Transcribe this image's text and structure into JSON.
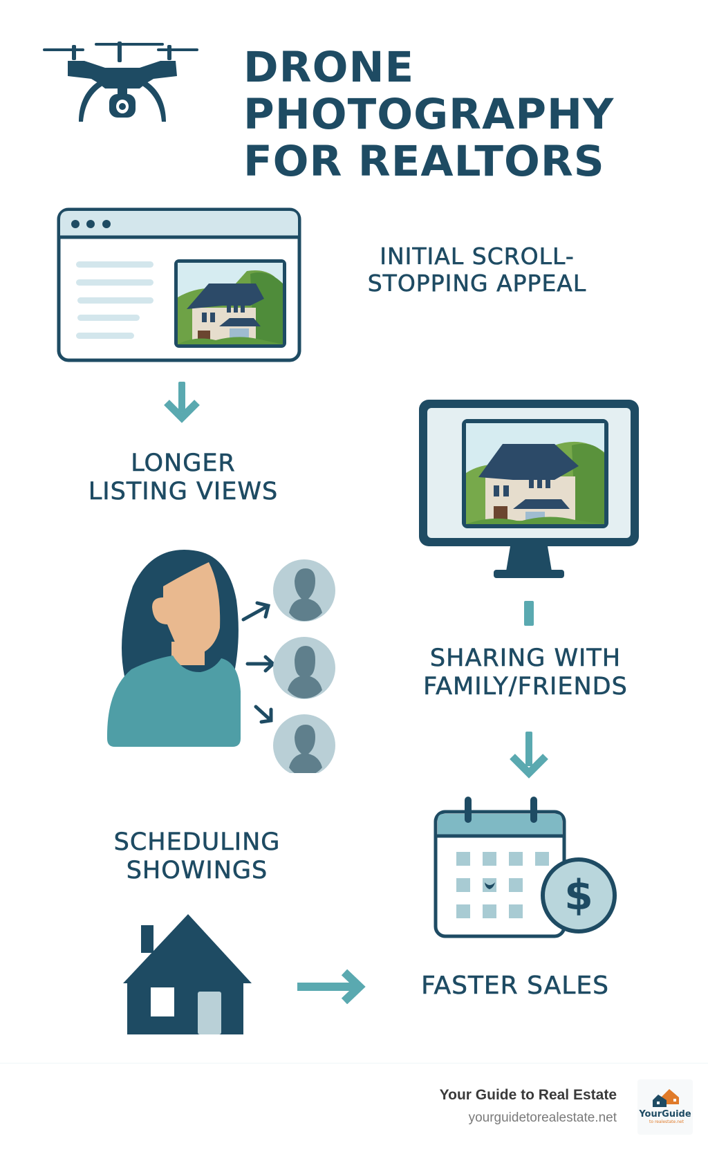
{
  "header": {
    "title_lines": [
      "DRONE",
      "PHOTOGRAPHY",
      "FOR REALTORS"
    ],
    "icon": "drone-icon"
  },
  "steps": [
    {
      "id": "scroll-stopping",
      "lines": [
        "INITIAL SCROLL-",
        "STOPPING APPEAL"
      ],
      "icon": "browser-listing-icon"
    },
    {
      "id": "listing-views",
      "lines": [
        "LONGER",
        "LISTING VIEWS"
      ],
      "icon": "monitor-house-icon"
    },
    {
      "id": "sharing",
      "lines": [
        "SHARING WITH",
        "FAMILY/FRIENDS"
      ],
      "icon": "person-sharing-icon"
    },
    {
      "id": "scheduling",
      "lines": [
        "SCHEDULING",
        "SHOWINGS"
      ],
      "icon": "house-icon"
    },
    {
      "id": "faster-sales",
      "lines": [
        "FASTER SALES"
      ],
      "icon": "calendar-dollar-icon"
    }
  ],
  "footer": {
    "brand_name": "Your Guide to Real Estate",
    "url": "yourguidetorealestate.net",
    "logo_text": "YourGuide",
    "logo_subtext": "to realestate.net"
  },
  "colors": {
    "primary": "#1e4b63",
    "accent": "#5aa9b0",
    "light": "#d3e6ec",
    "avatar_bg": "#b9cfd6",
    "avatar_fg": "#5f7f8c",
    "skin": "#e9b98f",
    "shirt": "#4f9ea6",
    "logo_orange": "#e07b2a"
  }
}
